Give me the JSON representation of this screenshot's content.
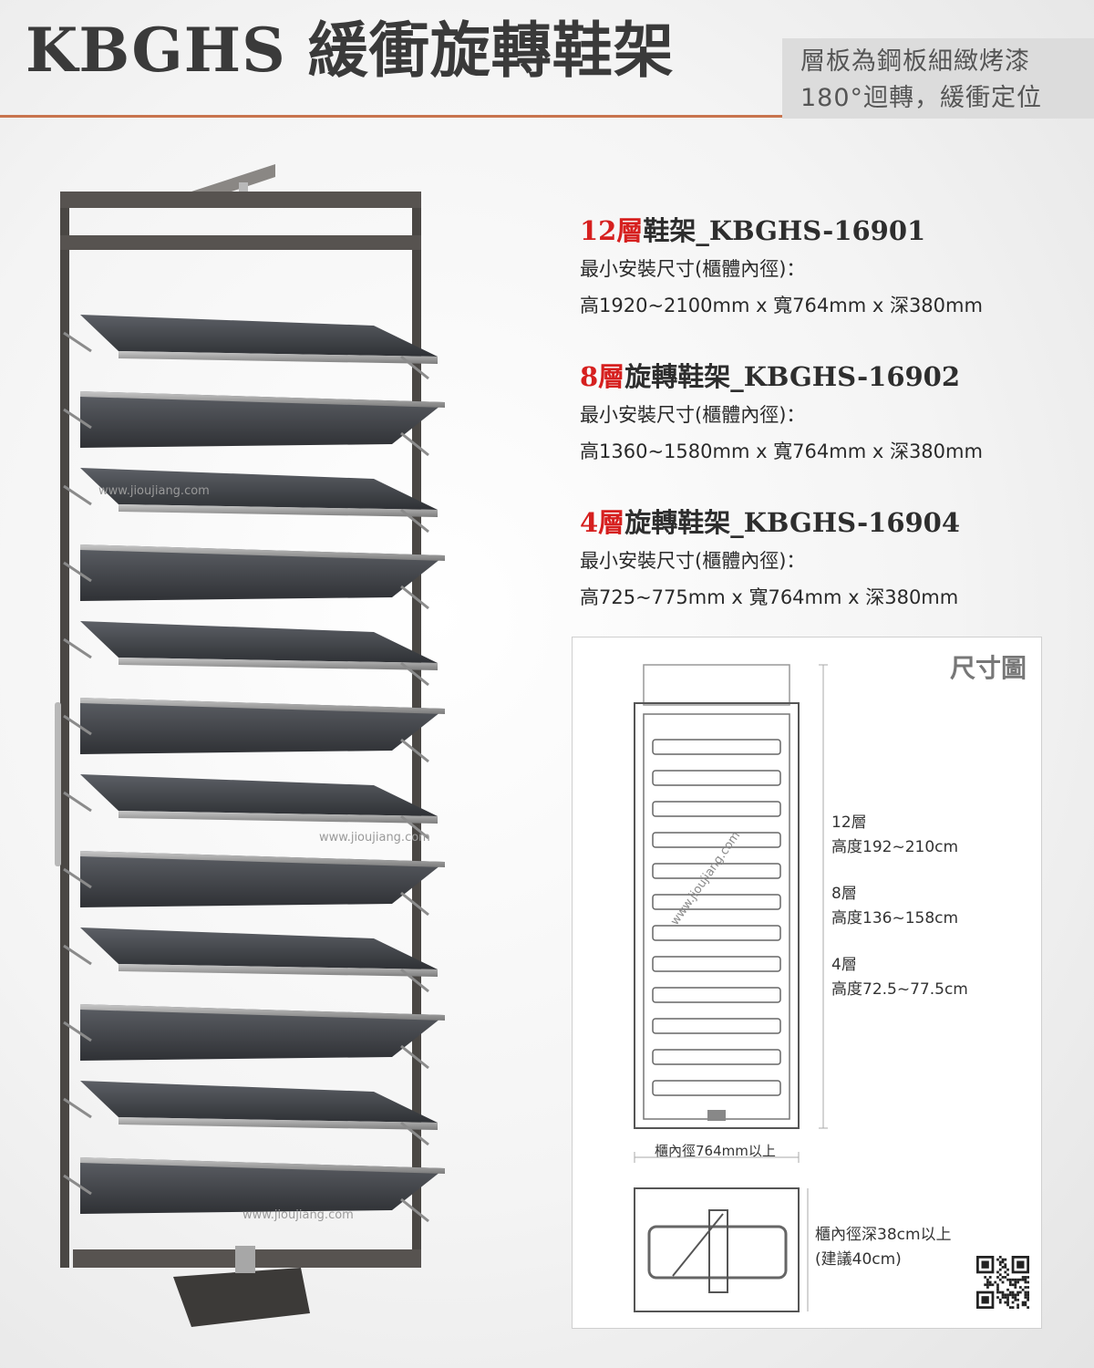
{
  "header": {
    "title": "KBGHS 緩衝旋轉鞋架",
    "tagline": [
      "層板為鋼板細緻烤漆",
      "180°迴轉，緩衝定位"
    ]
  },
  "specs": [
    {
      "title_red": "12層",
      "title_rest": "鞋架_KBGHS-16901",
      "label": "最小安裝尺寸(櫃體內徑)：",
      "dims": "高1920~2100mm x 寬764mm x 深380mm"
    },
    {
      "title_red": "8層",
      "title_rest": "旋轉鞋架_KBGHS-16902",
      "label": "最小安裝尺寸(櫃體內徑)：",
      "dims": "高1360~1580mm x 寬764mm x 深380mm"
    },
    {
      "title_red": "4層",
      "title_rest": "旋轉鞋架_KBGHS-16904",
      "label": "最小安裝尺寸(櫃體內徑)：",
      "dims": "高725~775mm x 寬764mm x 深380mm"
    }
  ],
  "diagram": {
    "title": "尺寸圖",
    "heights": [
      {
        "layers": "12層",
        "height": "高度192~210cm"
      },
      {
        "layers": "8層",
        "height": "高度136~158cm"
      },
      {
        "layers": "4層",
        "height": "高度72.5~77.5cm"
      }
    ],
    "width_label": "櫃內徑764mm以上",
    "depth_label": [
      "櫃內徑深38cm以上",
      "(建議40cm)"
    ]
  },
  "watermark": "www.jioujiang.com",
  "colors": {
    "accent": "#d6201f",
    "divider": "#c8744e",
    "frame": "#4a4744",
    "shelf": "#3f4145"
  }
}
